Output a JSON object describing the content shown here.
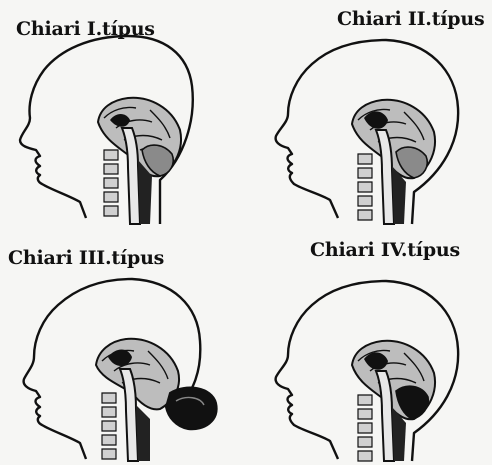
{
  "figure": {
    "panels": [
      {
        "label": "Chiari I.típus"
      },
      {
        "label": "Chiari II.típus"
      },
      {
        "label": "Chiari III.típus"
      },
      {
        "label": "Chiari IV.típus"
      }
    ]
  }
}
